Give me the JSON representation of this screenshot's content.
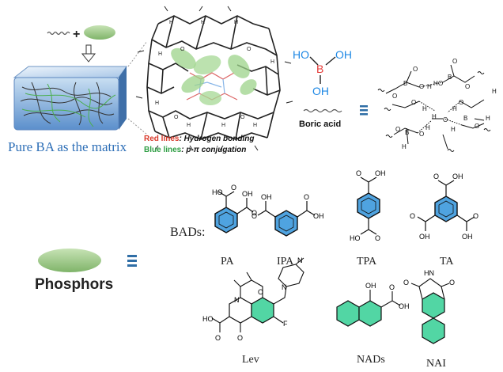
{
  "title_matrix": "Pure BA as the matrix",
  "legend": {
    "red_prefix": "Red lines",
    "red_text": ": Hydrogen bonding",
    "blue_prefix": "Blue lines",
    "blue_text": ": p-π conjugation"
  },
  "boric_acid": {
    "label": "Boric acid",
    "atoms": {
      "ho_left": "HO",
      "b": "B",
      "oh_right": "OH",
      "oh_bottom": "OH"
    }
  },
  "bads_label": "BADs:",
  "bads": [
    "PA",
    "IPA",
    "TPA",
    "TA"
  ],
  "phosphors_label": "Phosphors",
  "dopants": [
    "Lev",
    "NADs",
    "NAI"
  ],
  "colors": {
    "title_blue": "#2e6fb7",
    "red_label": "#d93a2b",
    "green_label": "#2f9e44",
    "boron_red": "#e53935",
    "oxygen_blue": "#1e88e5",
    "ring_blue": "#4fa3e0",
    "ring_green": "#52d6a4",
    "ellipse_green": "#9cc98a",
    "equiv_blue": "#2f6ea6"
  }
}
